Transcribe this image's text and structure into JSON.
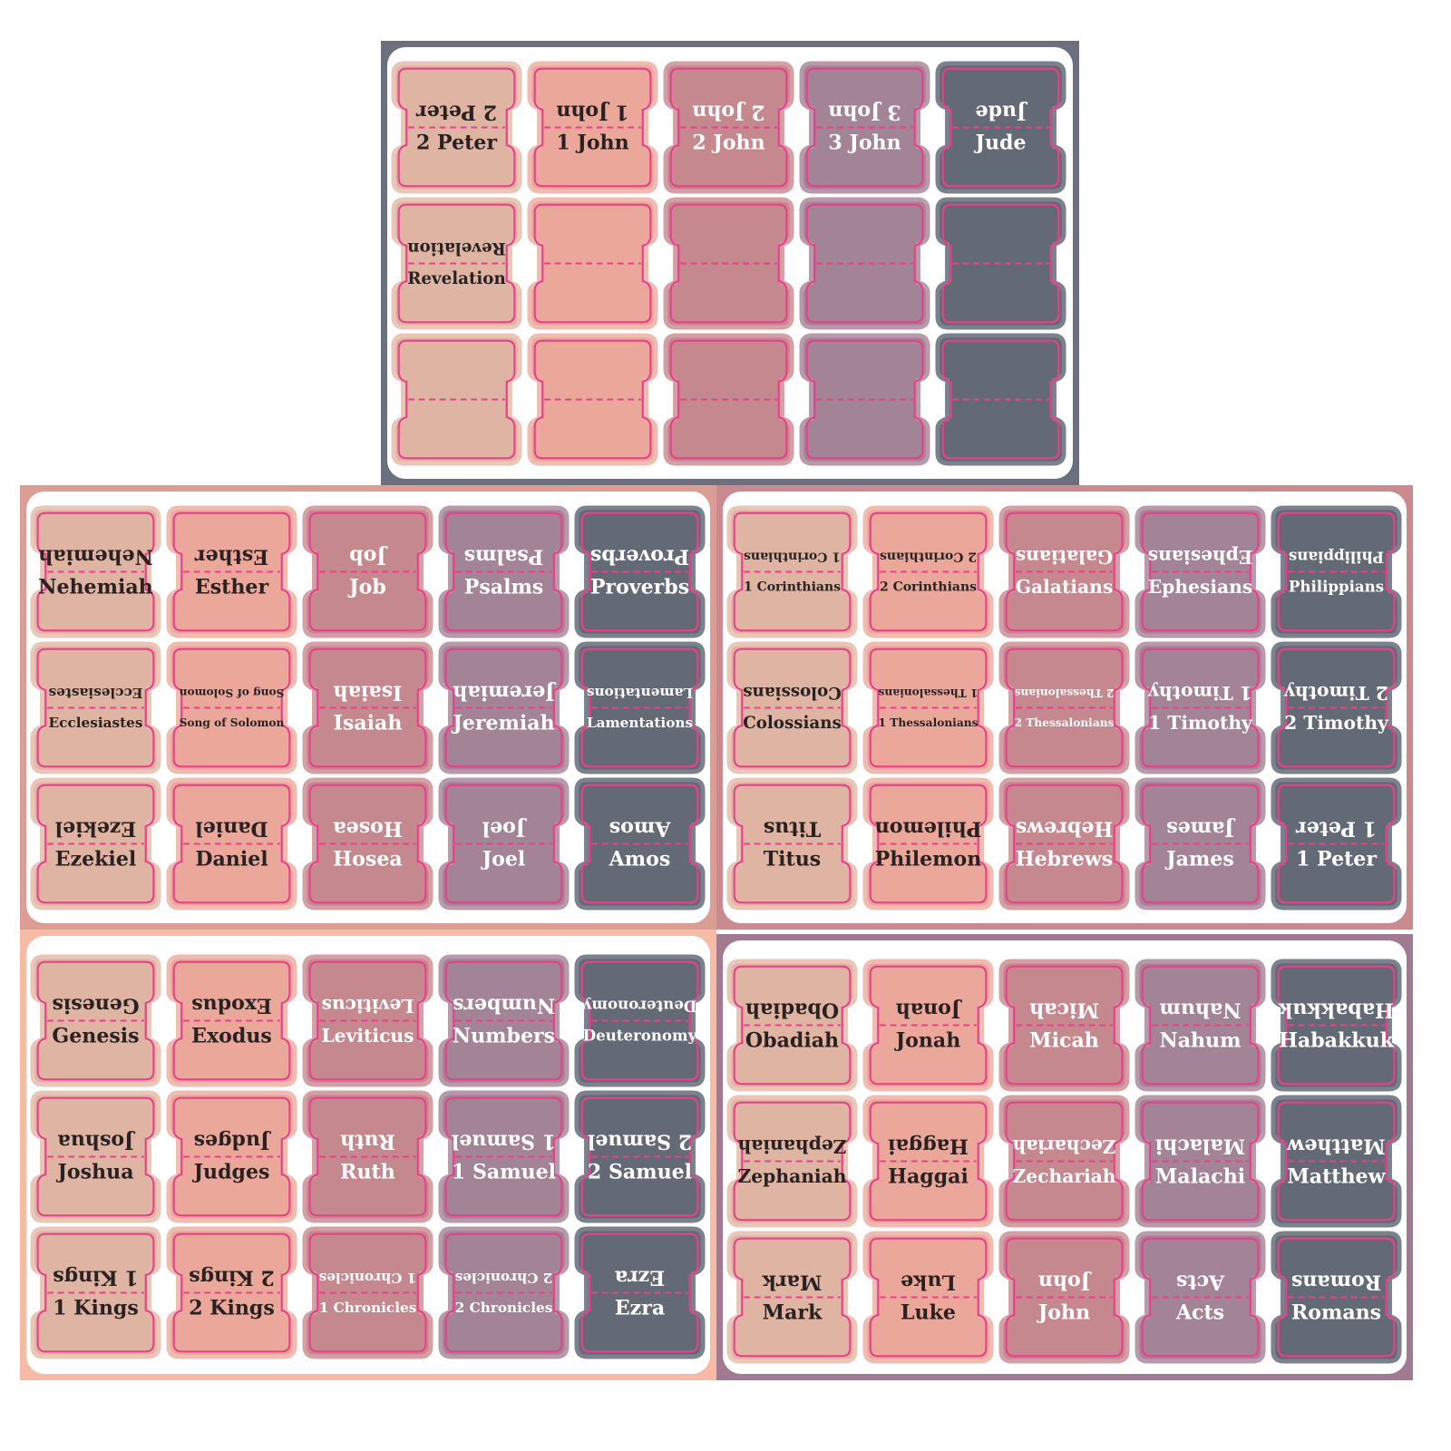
{
  "colors": {
    "columns": [
      "#e0b4a2",
      "#eaa79a",
      "#c6888f",
      "#a38396",
      "#646a75"
    ],
    "halos": [
      "#e9c6b8",
      "#f0bcb1",
      "#d4a0a6",
      "#b89aab",
      "#7c828d"
    ],
    "text_dark": "#2a2222",
    "text_light": "#ffffff",
    "outline": "#e8408a"
  },
  "sheets": [
    {
      "id": "revelation-sheet",
      "border": "#6c707c",
      "rows": [
        [
          "2 Peter",
          "1 John",
          "2 John",
          "3 John",
          "Jude"
        ],
        [
          "Revelation",
          "",
          "",
          "",
          ""
        ],
        [
          "",
          "",
          "",
          "",
          ""
        ]
      ]
    },
    {
      "id": "nehemiah-sheet",
      "border": "#dc9d94",
      "rows": [
        [
          "Nehemiah",
          "Esther",
          "Job",
          "Psalms",
          "Proverbs"
        ],
        [
          "Ecclesiastes",
          "Song of Solomon",
          "Isaiah",
          "Jeremiah",
          "Lamentations"
        ],
        [
          "Ezekiel",
          "Daniel",
          "Hosea",
          "Joel",
          "Amos"
        ]
      ]
    },
    {
      "id": "corinthians-sheet",
      "border": "#c98b90",
      "rows": [
        [
          "1 Corinthians",
          "2 Corinthians",
          "Galatians",
          "Ephesians",
          "Philippians"
        ],
        [
          "Colossians",
          "1 Thessalonians",
          "2 Thessalonians",
          "1 Timothy",
          "2 Timothy"
        ],
        [
          "Titus",
          "Philemon",
          "Hebrews",
          "James",
          "1 Peter"
        ]
      ]
    },
    {
      "id": "genesis-sheet",
      "border": "#f7bba5",
      "rows": [
        [
          "Genesis",
          "Exodus",
          "Leviticus",
          "Numbers",
          "Deuteronomy"
        ],
        [
          "Joshua",
          "Judges",
          "Ruth",
          "1 Samuel",
          "2 Samuel"
        ],
        [
          "1 Kings",
          "2 Kings",
          "1 Chronicles",
          "2 Chronicles",
          "Ezra"
        ]
      ]
    },
    {
      "id": "obadiah-sheet",
      "border": "#a07a90",
      "rows": [
        [
          "Obadiah",
          "Jonah",
          "Micah",
          "Nahum",
          "Habakkuk"
        ],
        [
          "Zephaniah",
          "Haggai",
          "Zechariah",
          "Malachi",
          "Matthew"
        ],
        [
          "Mark",
          "Luke",
          "John",
          "Acts",
          "Romans"
        ]
      ]
    }
  ]
}
